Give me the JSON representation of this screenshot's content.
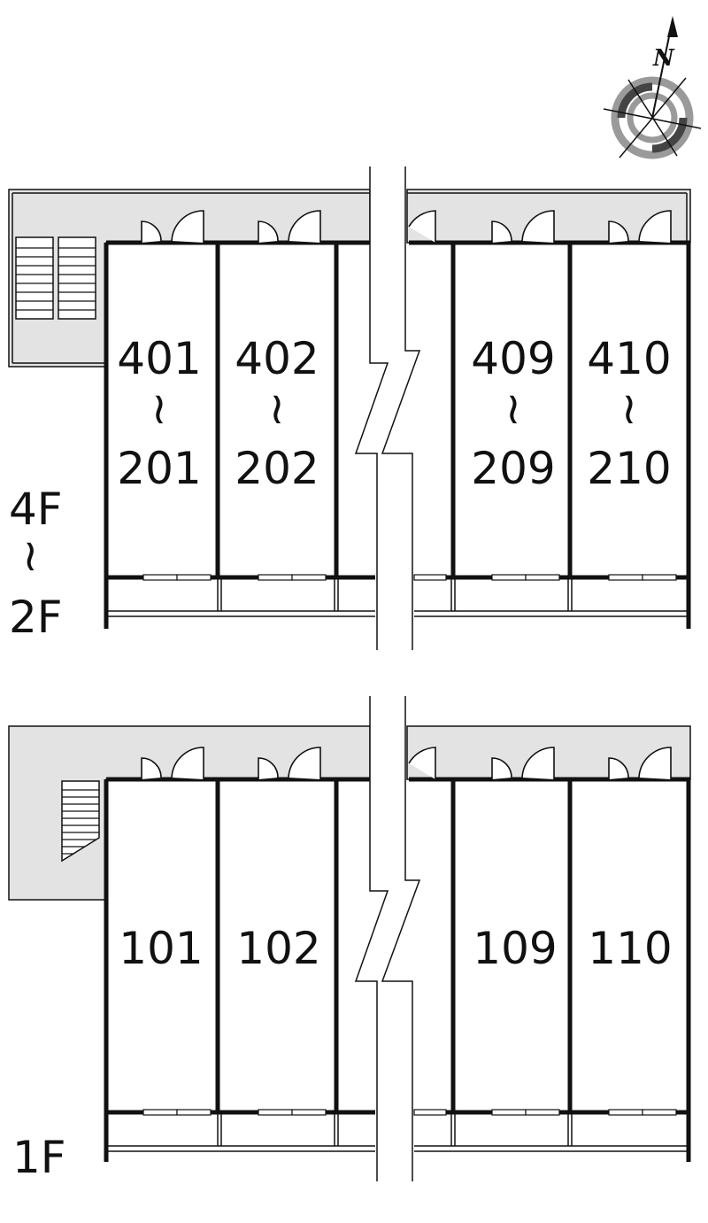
{
  "compass": {
    "letter": "N",
    "icon": "compass-rose-icon"
  },
  "upper_block": {
    "floor_top": "4F",
    "floor_tilde": "≀",
    "floor_bottom": "2F",
    "units": [
      {
        "top": "401",
        "tilde": "≀",
        "bottom": "201"
      },
      {
        "top": "402",
        "tilde": "≀",
        "bottom": "202"
      },
      {
        "top": "409",
        "tilde": "≀",
        "bottom": "209"
      },
      {
        "top": "410",
        "tilde": "≀",
        "bottom": "210"
      }
    ]
  },
  "lower_block": {
    "floor": "1F",
    "units": [
      "101",
      "102",
      "109",
      "110"
    ]
  },
  "colors": {
    "corridor": "#e3e3e3",
    "wall": "#111111",
    "compass_ring": "#9a9a9a"
  }
}
